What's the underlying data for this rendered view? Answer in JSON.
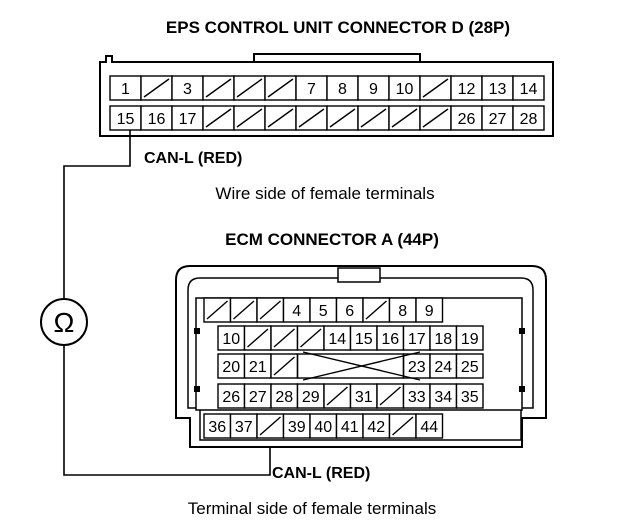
{
  "eps": {
    "title": "EPS CONTROL UNIT CONNECTOR D (28P)",
    "row1": [
      "1",
      "/",
      "3",
      "/",
      "/",
      "/",
      "7",
      "8",
      "9",
      "10",
      "/",
      "12",
      "13",
      "14"
    ],
    "row2": [
      "15",
      "16",
      "17",
      "/",
      "/",
      "/",
      "/",
      "/",
      "/",
      "/",
      "/",
      "26",
      "27",
      "28"
    ],
    "wire_label": "CAN-L (RED)",
    "caption": "Wire side of female terminals"
  },
  "ecm": {
    "title": "ECM CONNECTOR A (44P)",
    "row1": [
      "/",
      "/",
      "/",
      "4",
      "5",
      "6",
      "/",
      "8",
      "9"
    ],
    "row2": [
      "10",
      "/",
      "/",
      "/",
      "14",
      "15",
      "16",
      "17",
      "18",
      "19"
    ],
    "row3": [
      "20",
      "21",
      "/",
      "",
      "",
      "",
      "",
      "23",
      "24",
      "25"
    ],
    "row4": [
      "26",
      "27",
      "28",
      "29",
      "/",
      "31",
      "/",
      "33",
      "34",
      "35"
    ],
    "row5": [
      "36",
      "37",
      "/",
      "39",
      "40",
      "41",
      "42",
      "/",
      "44"
    ],
    "wire_label": "CAN-L (RED)",
    "caption": "Terminal side of female terminals"
  },
  "meter": {
    "symbol": "Ω"
  }
}
